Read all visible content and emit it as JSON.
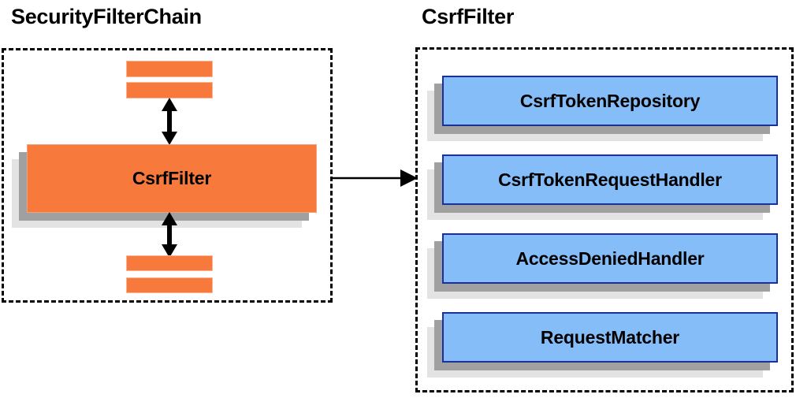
{
  "diagram": {
    "type": "component-relationship-diagram",
    "background_color": "#ffffff",
    "panels": [
      {
        "id": "security-filter-chain",
        "title": "SecurityFilterChain",
        "border_style": "dashed",
        "border_color": "#000000",
        "nodes": [
          {
            "label": "",
            "kind": "filter-bar",
            "color": "#f8793c"
          },
          {
            "label": "",
            "kind": "filter-bar",
            "color": "#f8793c"
          },
          {
            "label": "CsrfFilter",
            "kind": "filter-box",
            "color": "#f8793c"
          },
          {
            "label": "",
            "kind": "filter-bar",
            "color": "#f8793c"
          },
          {
            "label": "",
            "kind": "filter-bar",
            "color": "#f8793c"
          }
        ],
        "connectors": [
          {
            "kind": "double-arrow",
            "from": "filter-bar-2",
            "to": "CsrfFilter"
          },
          {
            "kind": "double-arrow",
            "from": "CsrfFilter",
            "to": "filter-bar-3"
          }
        ]
      },
      {
        "id": "csrf-filter",
        "title": "CsrfFilter",
        "border_style": "dashed",
        "border_color": "#000000",
        "nodes": [
          {
            "label": "CsrfTokenRepository",
            "kind": "collaborator-box",
            "color": "#85bdf8"
          },
          {
            "label": "CsrfTokenRequestHandler",
            "kind": "collaborator-box",
            "color": "#85bdf8"
          },
          {
            "label": "AccessDeniedHandler",
            "kind": "collaborator-box",
            "color": "#85bdf8"
          },
          {
            "label": "RequestMatcher",
            "kind": "collaborator-box",
            "color": "#85bdf8"
          }
        ]
      }
    ],
    "cross_panel_connector": {
      "kind": "single-arrow",
      "from": "security-filter-chain",
      "to": "csrf-filter",
      "color": "#000000"
    },
    "colors": {
      "orange_fill": "#f8793c",
      "orange_border": "#f0a07a",
      "blue_fill": "#85bdf8",
      "blue_border": "#1b2f9e",
      "shadow_near": "#a0a0a0",
      "shadow_far": "#e3e3e3",
      "text": "#000000"
    }
  }
}
